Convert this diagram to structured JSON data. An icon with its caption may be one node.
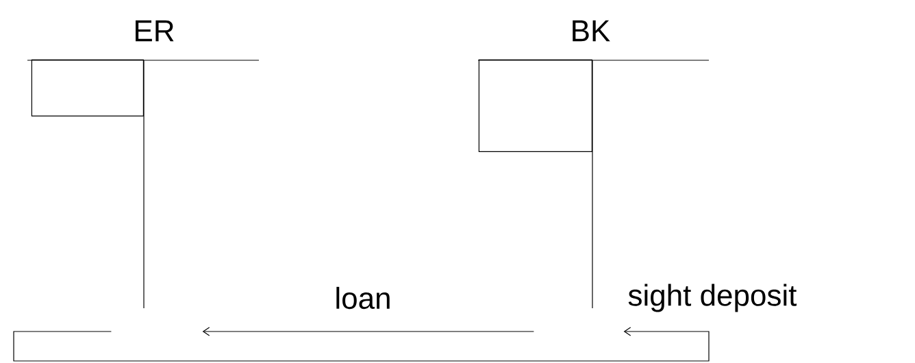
{
  "diagram": {
    "nodes": [
      {
        "text": [
          "ER"
        ]
      },
      {
        "text": [
          "BK"
        ]
      },
      {
        "text": [],
        "shape": "box",
        "in": 0
      },
      {
        "text": [],
        "shape": "box",
        "in": 1
      }
    ],
    "edges": [
      {
        "from": 1,
        "to": 0,
        "arrow": "to",
        "label": "loan"
      },
      {
        "from": 0,
        "to": 1,
        "arrow": "to",
        "label": "sight deposit"
      }
    ]
  }
}
